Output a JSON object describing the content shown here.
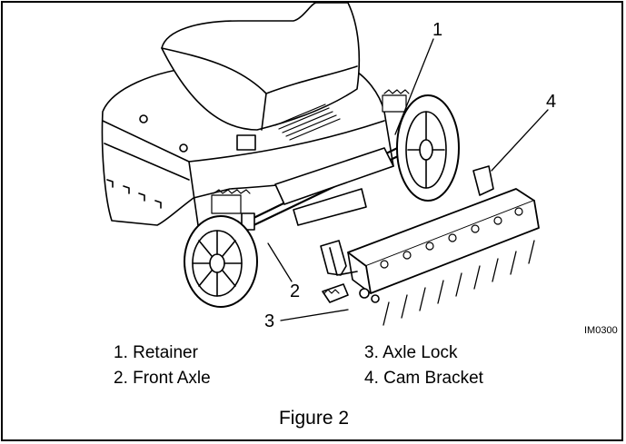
{
  "callouts": [
    "1",
    "2",
    "3",
    "4"
  ],
  "image_code": "IM0300",
  "legend": [
    {
      "text": "1.  Retainer"
    },
    {
      "text": "2.  Front Axle"
    },
    {
      "text": "3.  Axle Lock"
    },
    {
      "text": "4.  Cam Bracket"
    }
  ],
  "caption": "Figure 2"
}
